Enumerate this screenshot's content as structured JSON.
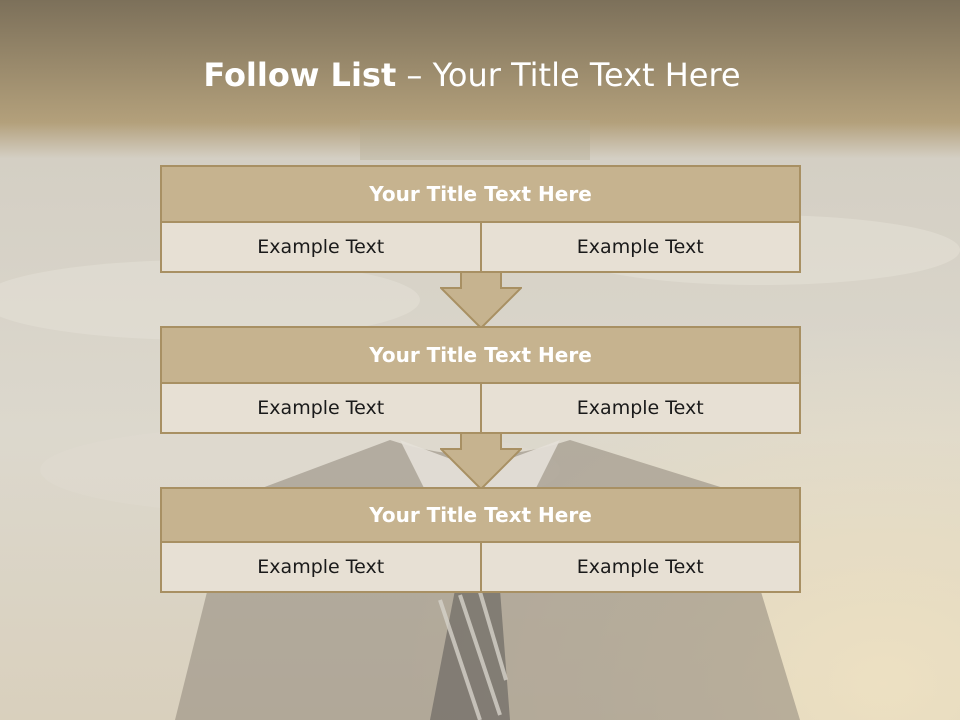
{
  "slide": {
    "title_bold": "Follow List",
    "title_rest": " – Your Title Text Here",
    "colors": {
      "header_fill": "#c6b38f",
      "border": "#a89063",
      "cell_fill": "#e7e0d4",
      "banner": "#a78d63"
    },
    "blocks": [
      {
        "title": "Your Title Text Here",
        "left": "Example Text",
        "right": "Example Text"
      },
      {
        "title": "Your Title Text Here",
        "left": "Example Text",
        "right": "Example Text"
      },
      {
        "title": "Your Title Text Here",
        "left": "Example Text",
        "right": "Example Text"
      }
    ]
  }
}
